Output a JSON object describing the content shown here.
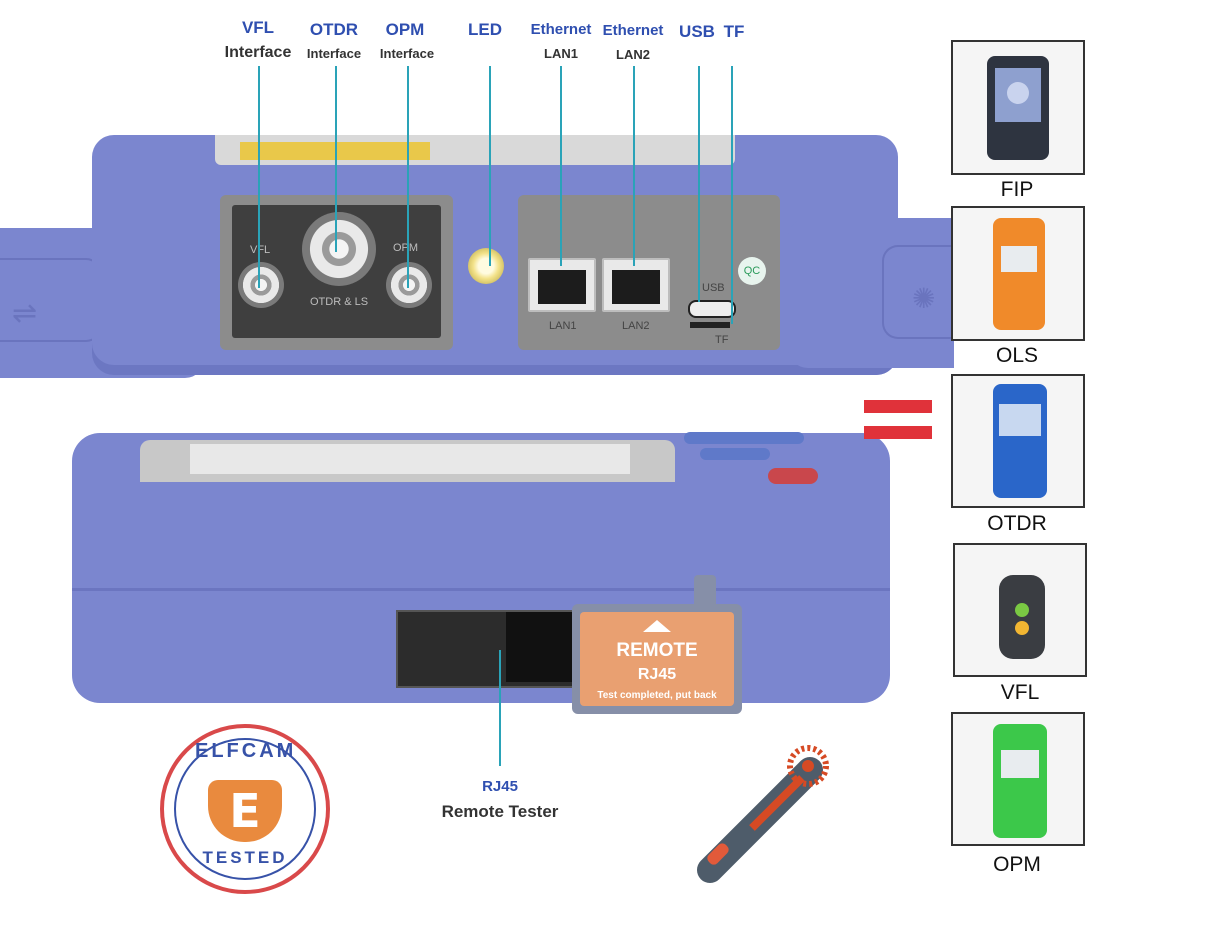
{
  "top_labels": {
    "vfl": {
      "name": "VFL",
      "sub": "Interface"
    },
    "otdr": {
      "name": "OTDR",
      "sub": "Interface"
    },
    "opm": {
      "name": "OPM",
      "sub": "Interface"
    },
    "led": {
      "name": "LED"
    },
    "lan1": {
      "name": "Ethernet",
      "sub": "LAN1"
    },
    "lan2": {
      "name": "Ethernet",
      "sub": "LAN2"
    },
    "usb": {
      "name": "USB"
    },
    "tf": {
      "name": "TF"
    }
  },
  "panel_text": {
    "vfl": "VFL",
    "otdr_ls": "OTDR & LS",
    "opm": "OPM",
    "lan1": "LAN1",
    "lan2": "LAN2",
    "usb": "USB",
    "tf": "TF",
    "qc": "QC"
  },
  "remote_card": {
    "title": "REMOTE",
    "subtitle": "RJ45",
    "note": "Test completed, put back"
  },
  "bottom_label": {
    "name": "RJ45",
    "sub": "Remote Tester"
  },
  "side_items": [
    {
      "label": "FIP"
    },
    {
      "label": "OLS"
    },
    {
      "label": "OTDR"
    },
    {
      "label": "VFL"
    },
    {
      "label": "OPM"
    }
  ],
  "badge": {
    "top": "ELFCAM",
    "letter": "E",
    "bottom": "TESTED"
  },
  "colors": {
    "device": "#7b86cf",
    "label_blue": "#2f4fb0",
    "leader": "#2aa3b8",
    "equals": "#e0323a",
    "remote_card": "#e9a071"
  }
}
